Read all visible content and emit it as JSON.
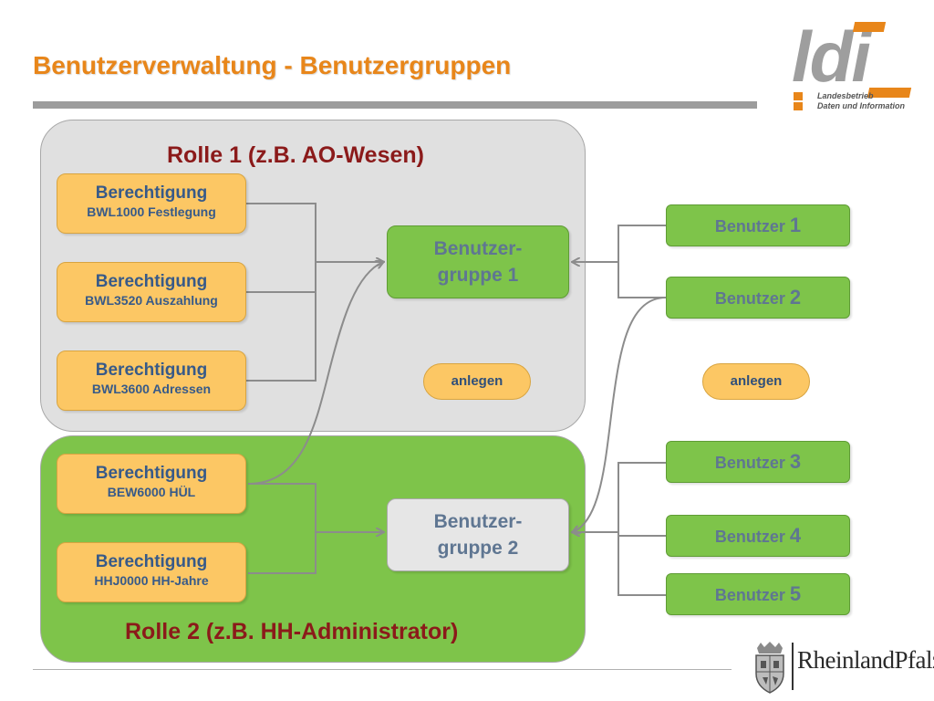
{
  "title": "Benutzerverwaltung - Benutzergruppen",
  "roles": [
    {
      "title": "Rolle 1 (z.B. AO-Wesen)"
    },
    {
      "title": "Rolle 2 (z.B. HH-Administrator)"
    }
  ],
  "permissions": [
    {
      "heading": "Berechtigung",
      "code": "BWL1000 Festlegung"
    },
    {
      "heading": "Berechtigung",
      "code": "BWL3520 Auszahlung"
    },
    {
      "heading": "Berechtigung",
      "code": "BWL3600 Adressen"
    },
    {
      "heading": "Berechtigung",
      "code": "BEW6000 HÜL"
    },
    {
      "heading": "Berechtigung",
      "code": "HHJ0000 HH-Jahre"
    }
  ],
  "groups": [
    {
      "line1": "Benutzer-",
      "line2": "gruppe 1"
    },
    {
      "line1": "Benutzer-",
      "line2": "gruppe 2"
    }
  ],
  "users": [
    {
      "label": "Benutzer",
      "number": "1"
    },
    {
      "label": "Benutzer",
      "number": "2"
    },
    {
      "label": "Benutzer",
      "number": "3"
    },
    {
      "label": "Benutzer",
      "number": "4"
    },
    {
      "label": "Benutzer",
      "number": "5"
    }
  ],
  "actions": [
    {
      "label": "anlegen"
    },
    {
      "label": "anlegen"
    }
  ],
  "logo_ldi": {
    "letters": "ldi",
    "line1": "Landesbetrieb",
    "line2": "Daten und Information"
  },
  "logo_rp": {
    "text": "RheinlandPfalz"
  },
  "colors": {
    "title": "#e8861a",
    "role1_bg": "#e0e0e0",
    "role2_bg": "#7ec44a",
    "permission_bg": "#fcc764",
    "user_bg": "#7ec44a",
    "role_title": "#8b1a1a",
    "connector": "#8c8c8c"
  }
}
